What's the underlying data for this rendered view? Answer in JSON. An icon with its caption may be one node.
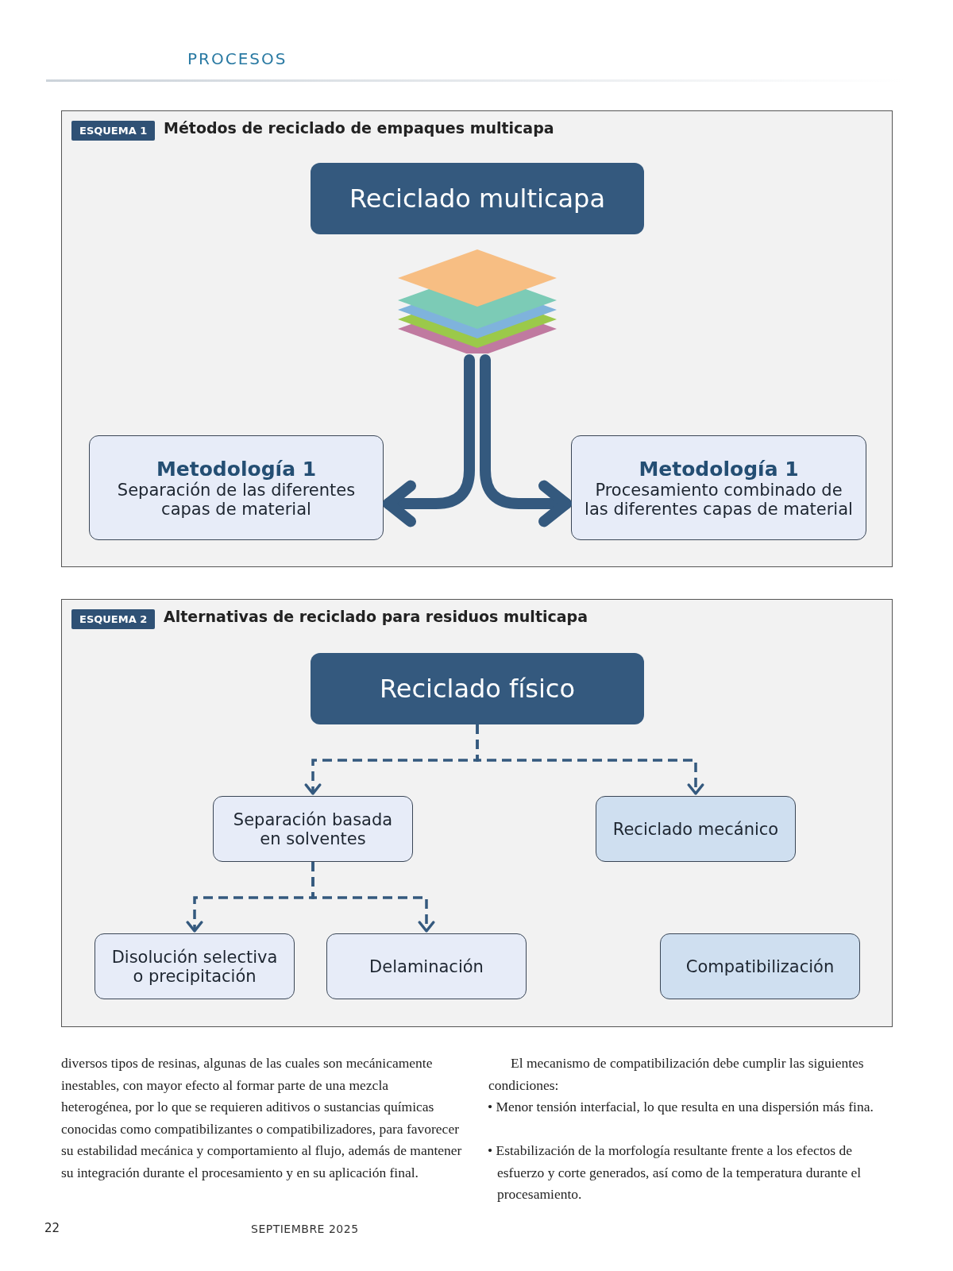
{
  "diagram": {
    "nodes": [
      {
        "text": [
          "ESQUEMA 1",
          "Métodos de reciclado de empaques multicapa"
        ]
      },
      {
        "text": [
          "Reciclado multicapa"
        ],
        "in": 0
      },
      {
        "text": [],
        "shape": "picture",
        "in": 0
      },
      {
        "text": [
          "Metodología 1",
          "Separación de las diferentes capas de material"
        ],
        "in": 0
      },
      {
        "text": [
          "Metodología 1",
          "Procesamiento combinado de las diferentes capas de material"
        ],
        "in": 0
      },
      {
        "text": [
          "ESQUEMA 2",
          "Alternativas de reciclado para residuos multicapa"
        ]
      },
      {
        "text": [
          "Reciclado físico"
        ],
        "in": 5
      },
      {
        "text": [
          "Separación basada en solventes"
        ],
        "in": 5
      },
      {
        "text": [
          "Reciclado mecánico"
        ],
        "in": 5
      },
      {
        "text": [
          "Disolución selectiva o precipitación"
        ],
        "in": 5
      },
      {
        "text": [
          "Delaminación"
        ],
        "in": 5
      },
      {
        "text": [
          "Compatibilización"
        ],
        "in": 5
      }
    ],
    "edges": [
      {
        "from": 2,
        "to": 3,
        "arrow": "to",
        "style": "thick"
      },
      {
        "from": 2,
        "to": 4,
        "arrow": "to",
        "style": "thick"
      },
      {
        "from": 6,
        "to": 7,
        "arrow": "to",
        "style": "dashed"
      },
      {
        "from": 6,
        "to": 8,
        "arrow": "to",
        "style": "dashed"
      },
      {
        "from": 7,
        "to": 9,
        "arrow": "to",
        "style": "dashed"
      },
      {
        "from": 7,
        "to": 10,
        "arrow": "to",
        "style": "dashed"
      }
    ],
    "labels": [
      "PROCESOS",
      "diversos tipos de resinas, algunas de las cuales son mecánicamente inestables, con mayor efecto al formar parte de una mezcla heterogénea, por lo que se requieren aditivos o sustancias químicas conocidas como compatibilizantes o compatibilizadores, para favorecer su estabilidad mecánica y comportamiento al flujo, además de mantener su integración durante el procesamiento y en su aplicación final.",
      "El mecanismo de compatibilización debe cumplir las siguientes condiciones:",
      "• Menor tensión interfacial, lo que resulta en una dispersión más fina.",
      "• Estabilización de la morfología resultante frente a los efectos de esfuerzo y corte generados, así como de la temperatura durante el procesamiento.",
      "22",
      "SEPTIEMBRE 2025"
    ]
  }
}
